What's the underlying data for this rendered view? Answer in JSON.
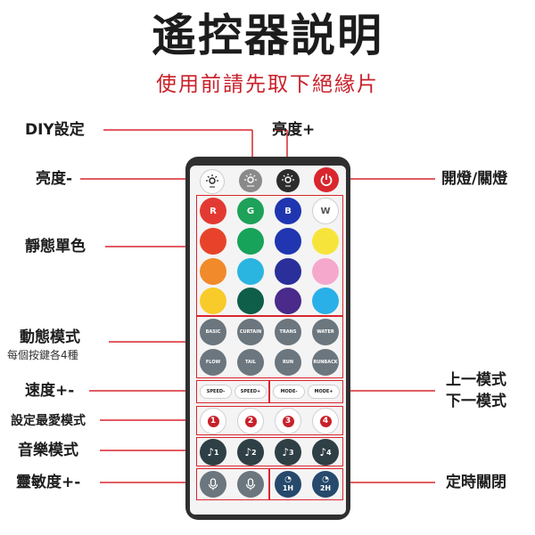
{
  "header": {
    "title": "遙控器説明",
    "subtitle": "使用前請先取下絕緣片"
  },
  "labels": {
    "diy": "DIY設定",
    "bright_up": "亮度+",
    "bright_down": "亮度-",
    "power": "開燈/關燈",
    "static": "靜態單色",
    "dynamic": "動態模式",
    "dynamic_note": "每個按鍵各4種",
    "speed": "速度+-",
    "favorite": "設定最愛模式",
    "music": "音樂模式",
    "sensitivity": "靈敏度+-",
    "mode_up": "上一模式",
    "mode_down": "下一模式",
    "timer": "定時關閉"
  },
  "remote": {
    "top_buttons": [
      {
        "icon": "sun-dim-icon",
        "label": "LED-"
      },
      {
        "icon": "sun-diy-icon",
        "label": "LED/DIY"
      },
      {
        "icon": "sun-bright-icon",
        "label": "LED+"
      }
    ],
    "power_icon": "power-icon",
    "rgbw": [
      "R",
      "G",
      "B",
      "W"
    ],
    "color_rows": [
      [
        "#e8432a",
        "#18a35a",
        "#1f36b0",
        "#f7e43a"
      ],
      [
        "#f18a2a",
        "#2ab5e0",
        "#2a2f9a",
        "#f5a8cc"
      ],
      [
        "#f8cb2a",
        "#0f5e4a",
        "#4a2a8a",
        "#2ab0e8"
      ]
    ],
    "dynamic_buttons": [
      "BASIC",
      "CURTAIN",
      "TRANS",
      "WATER",
      "FLOW",
      "TAIL",
      "RUN",
      "RUNBACK"
    ],
    "speed_buttons": [
      "SPEED-",
      "SPEED+",
      "MODE-",
      "MODE+"
    ],
    "favorite_buttons": [
      "1",
      "2",
      "3",
      "4"
    ],
    "music_buttons": [
      "1",
      "2",
      "3",
      "4"
    ],
    "timer_buttons": [
      "1H",
      "2H"
    ],
    "colors": {
      "accent": "#d9262e",
      "navy": "#26496c",
      "grey": "#6b767e",
      "body": "#2f2f2f"
    }
  }
}
